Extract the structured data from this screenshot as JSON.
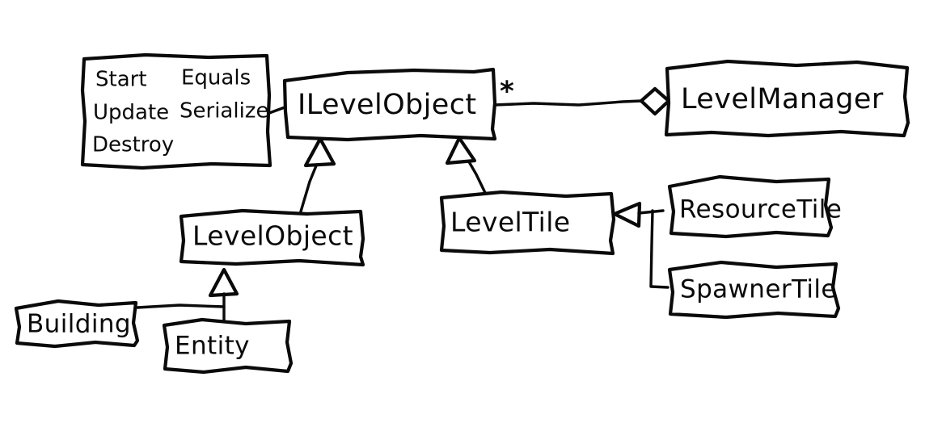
{
  "diagram": {
    "kind": "uml-class-diagram",
    "style": "hand-drawn-whiteboard-sketch",
    "stroke_color": "#0a0a0a",
    "background_color": "#ffffff",
    "classes": {
      "interface": {
        "name": "ILevelObject"
      },
      "manager": {
        "name": "LevelManager"
      },
      "level_object": {
        "name": "LevelObject"
      },
      "level_tile": {
        "name": "LevelTile"
      },
      "resource_tile": {
        "name": "ResourceTile"
      },
      "spawner_tile": {
        "name": "SpawnerTile"
      },
      "building": {
        "name": "Building"
      },
      "entity": {
        "name": "Entity"
      }
    },
    "members_box": {
      "rows": [
        {
          "left": "Start",
          "right": "Equals"
        },
        {
          "left": "Update",
          "right": "Serialize"
        },
        {
          "left": "Destroy",
          "right": ""
        }
      ]
    },
    "multiplicity": {
      "interface_to_manager": "*"
    },
    "relationships": [
      {
        "from": "ILevelObject",
        "to": "LevelManager",
        "type": "aggregation",
        "marker": "hollow-diamond",
        "multiplicity": "*"
      },
      {
        "from": "LevelObject",
        "to": "ILevelObject",
        "type": "realization",
        "marker": "hollow-triangle"
      },
      {
        "from": "LevelTile",
        "to": "ILevelObject",
        "type": "realization",
        "marker": "hollow-triangle"
      },
      {
        "from": "ResourceTile",
        "to": "LevelTile",
        "type": "generalization",
        "marker": "hollow-triangle"
      },
      {
        "from": "SpawnerTile",
        "to": "LevelTile",
        "type": "generalization",
        "marker": "hollow-triangle"
      },
      {
        "from": "Building",
        "to": "LevelObject",
        "type": "generalization",
        "marker": "hollow-triangle"
      },
      {
        "from": "Entity",
        "to": "LevelObject",
        "type": "generalization",
        "marker": "hollow-triangle"
      },
      {
        "from": "members-box",
        "to": "ILevelObject",
        "type": "note-link",
        "marker": "none"
      }
    ]
  }
}
